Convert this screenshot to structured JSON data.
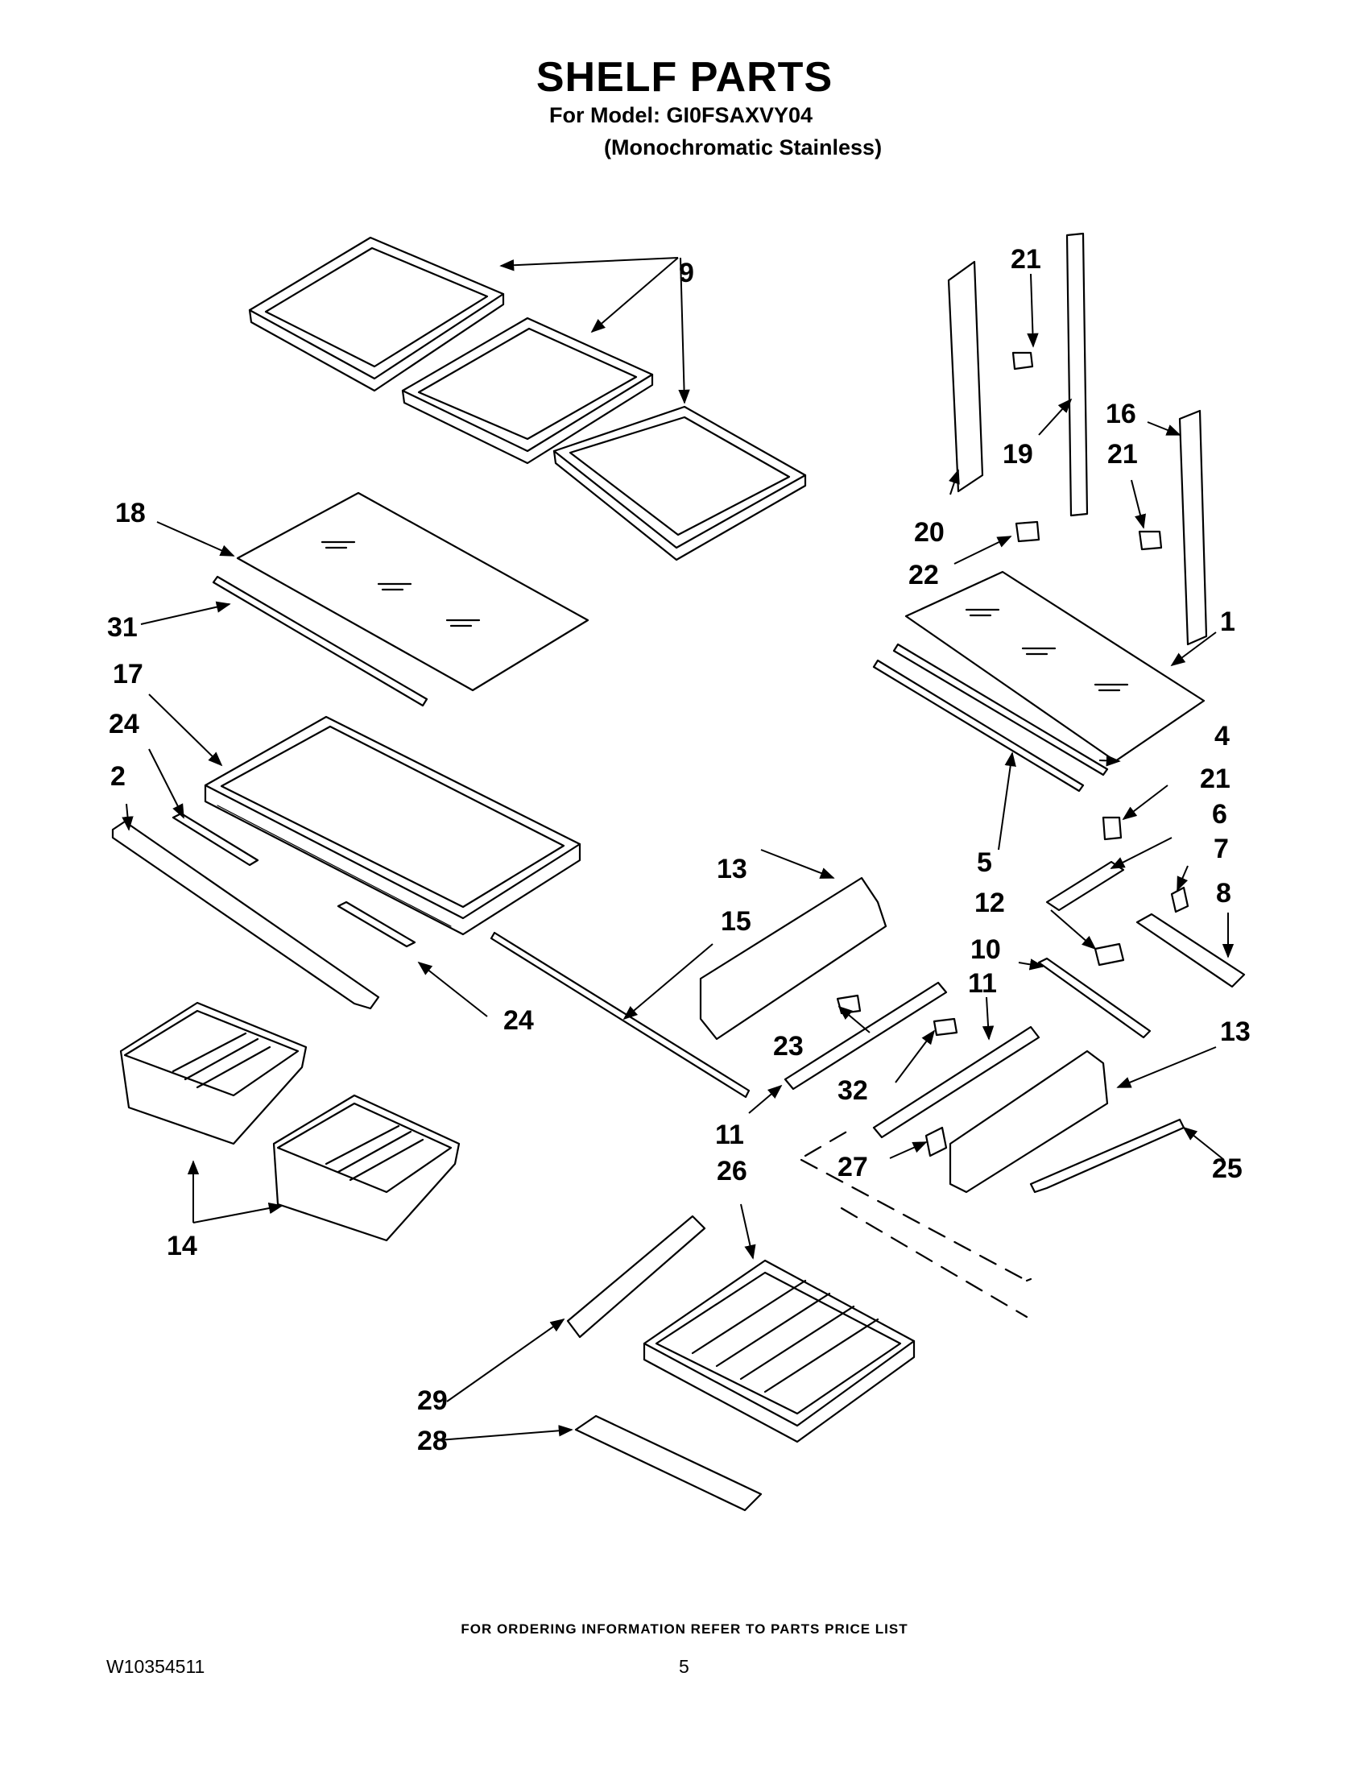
{
  "header": {
    "title": "SHELF PARTS",
    "model_line": "For Model: GI0FSAXVY04",
    "variant_line": "(Monochromatic Stainless)"
  },
  "footer": {
    "ordering_note": "FOR ORDERING INFORMATION REFER TO PARTS PRICE LIST",
    "document_number": "W10354511",
    "page_number": "5"
  },
  "callouts": {
    "c1": "1",
    "c2": "2",
    "c4": "4",
    "c5": "5",
    "c6": "6",
    "c7": "7",
    "c8": "8",
    "c9": "9",
    "c10": "10",
    "c11a": "11",
    "c11b": "11",
    "c12": "12",
    "c13a": "13",
    "c13b": "13",
    "c14": "14",
    "c15": "15",
    "c16": "16",
    "c17": "17",
    "c18": "18",
    "c19": "19",
    "c20": "20",
    "c21a": "21",
    "c21b": "21",
    "c21c": "21",
    "c22": "22",
    "c23": "23",
    "c24a": "24",
    "c24b": "24",
    "c25": "25",
    "c26": "26",
    "c27": "27",
    "c28": "28",
    "c29": "29",
    "c31": "31",
    "c32": "32"
  }
}
